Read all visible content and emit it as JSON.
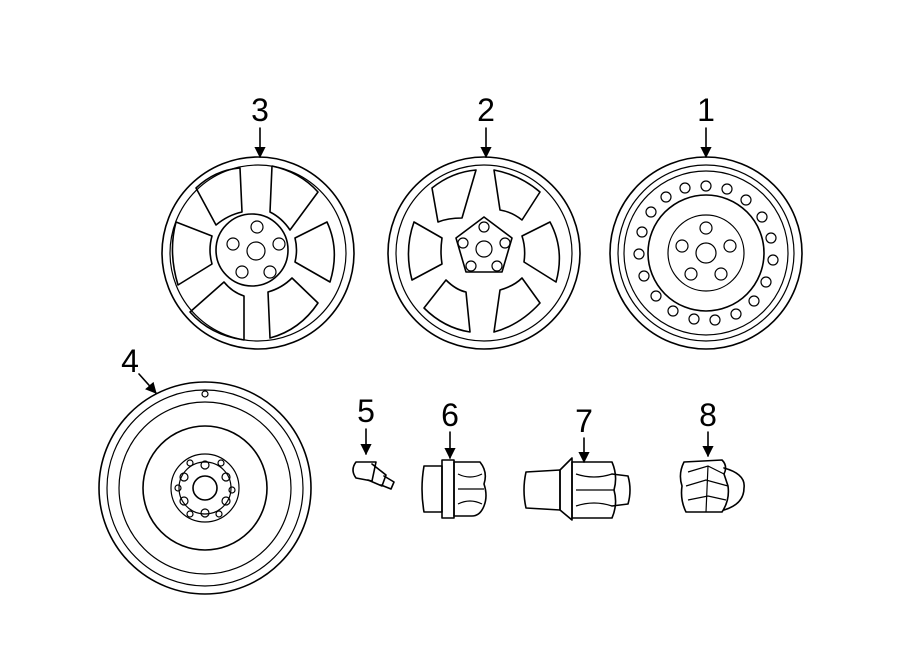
{
  "callouts": [
    {
      "id": "3",
      "label": "3"
    },
    {
      "id": "2",
      "label": "2"
    },
    {
      "id": "1",
      "label": "1"
    },
    {
      "id": "4",
      "label": "4"
    },
    {
      "id": "5",
      "label": "5"
    },
    {
      "id": "6",
      "label": "6"
    },
    {
      "id": "7",
      "label": "7"
    },
    {
      "id": "8",
      "label": "8"
    }
  ]
}
